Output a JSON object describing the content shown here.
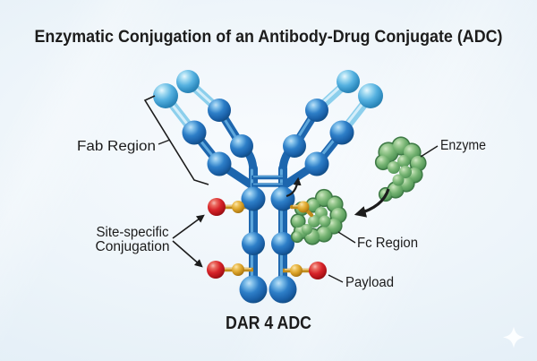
{
  "title": "Enzymatic Conjugation of an Antibody-Drug Conjugate (ADC)",
  "caption": "DAR 4 ADC",
  "labels": {
    "fab_region": "Fab Region",
    "site_specific_line1": "Site-specific",
    "site_specific_line2": "Conjugation",
    "enzyme": "Enzyme",
    "fc_region": "Fc Region",
    "payload": "Payload"
  },
  "colors": {
    "background": "#e9f2f9",
    "antibody_blue": "#1e6cb6",
    "antibody_light_blue": "#49abdd",
    "linker_gold": "#d9a12b",
    "payload_red": "#d02026",
    "enzyme_green": "#6fae6c",
    "text": "#1c1c1c",
    "sparkle_white": "#fdfeff"
  }
}
